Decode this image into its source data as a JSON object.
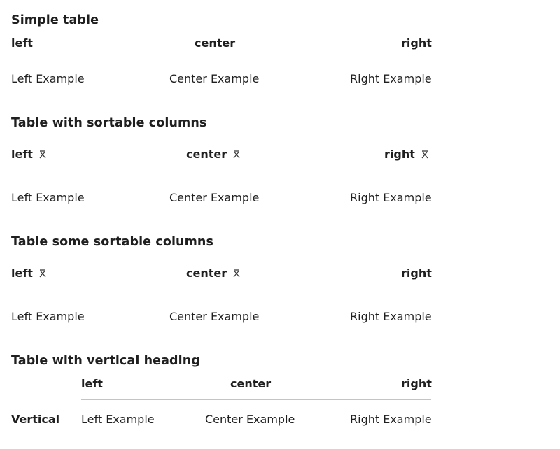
{
  "sections": [
    {
      "caption": "Simple table",
      "headers": [
        "left",
        "center",
        "right"
      ],
      "row": [
        "Left Example",
        "Center Example",
        "Right Example"
      ],
      "sortable": [
        false,
        false,
        false
      ]
    },
    {
      "caption": "Table with sortable columns",
      "headers": [
        "left",
        "center",
        "right"
      ],
      "row": [
        "Left Example",
        "Center Example",
        "Right Example"
      ],
      "sortable": [
        true,
        true,
        true
      ]
    },
    {
      "caption": "Table some sortable columns",
      "headers": [
        "left",
        "center",
        "right"
      ],
      "row": [
        "Left Example",
        "Center Example",
        "Right Example"
      ],
      "sortable": [
        true,
        true,
        false
      ]
    },
    {
      "caption": "Table with vertical heading",
      "headers": [
        "left",
        "center",
        "right"
      ],
      "row_header": "Vertical",
      "row": [
        "Left Example",
        "Center Example",
        "Right Example"
      ],
      "sortable": [
        false,
        false,
        false
      ]
    }
  ],
  "icons": {
    "sort": "sort-arrows-icon"
  }
}
